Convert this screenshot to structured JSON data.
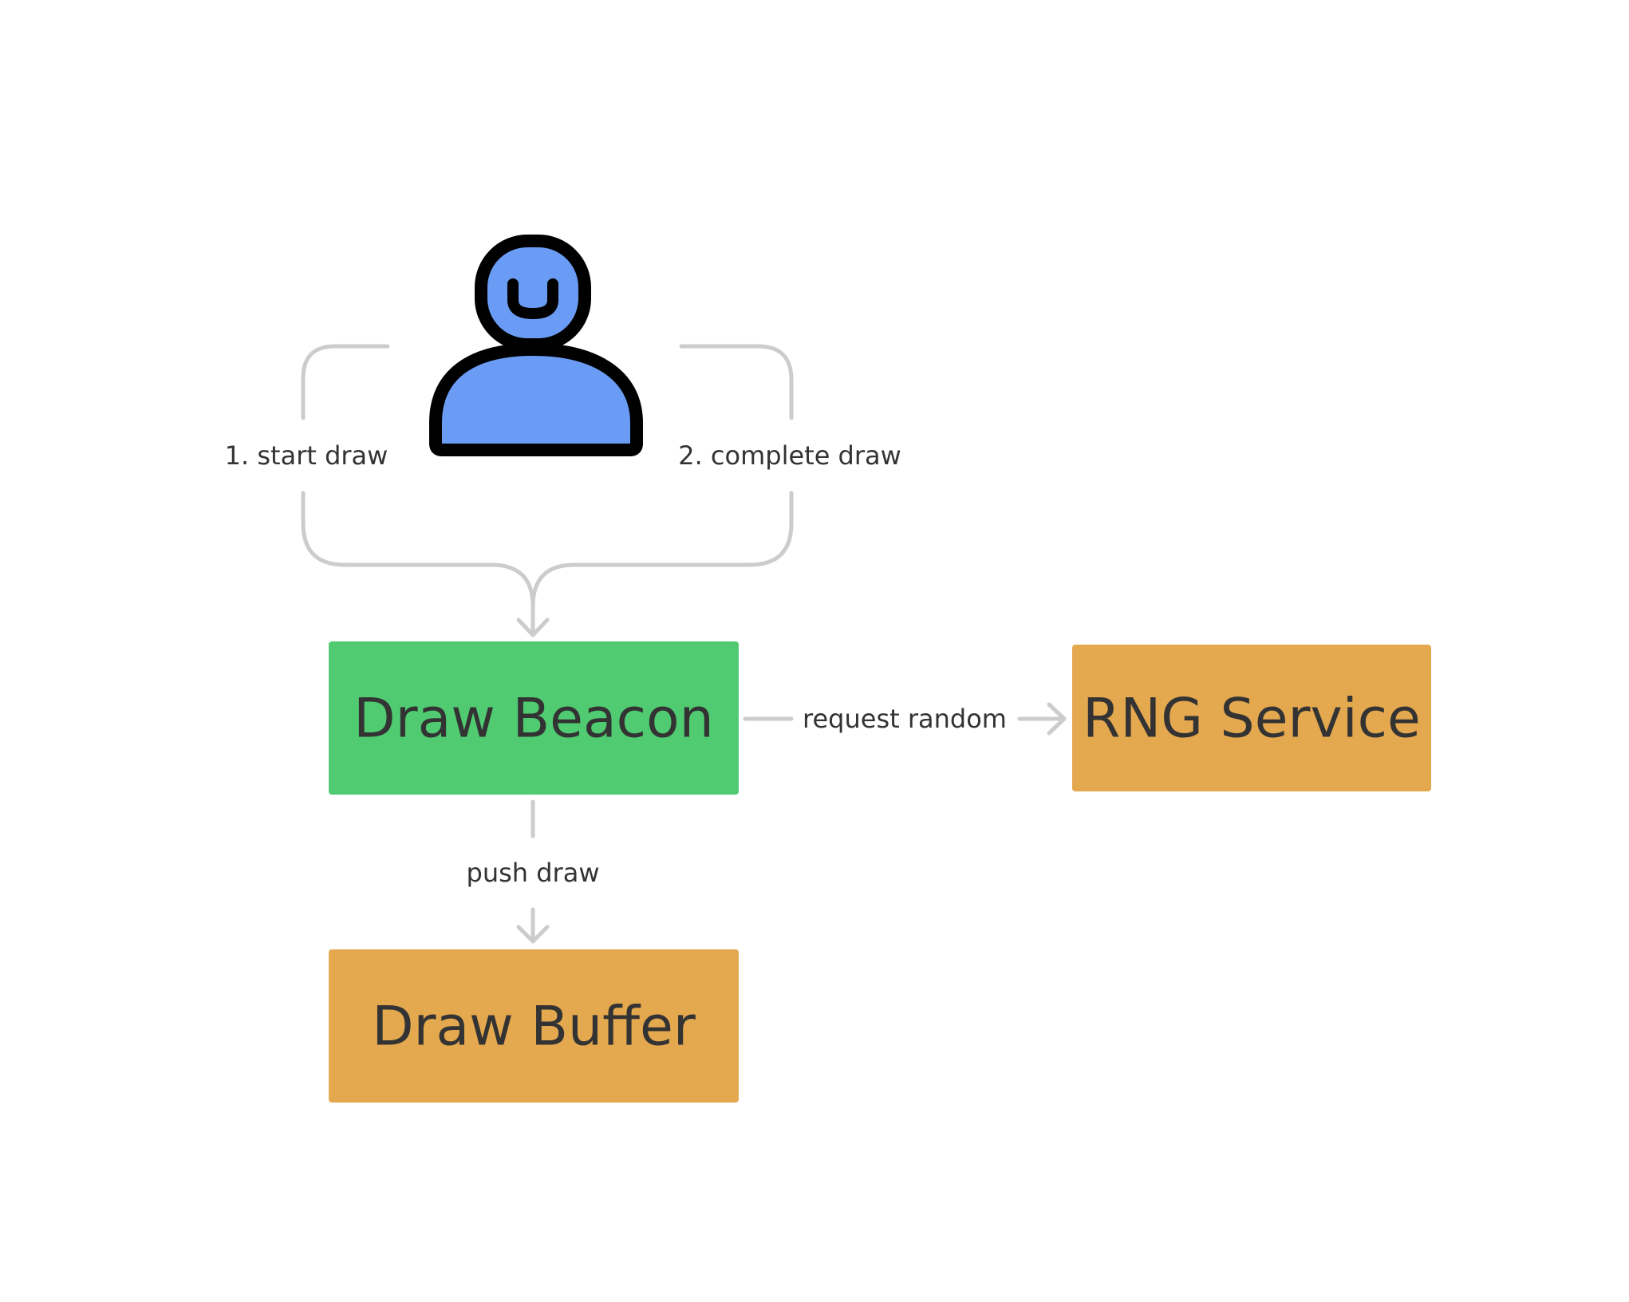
{
  "nodes": {
    "draw_beacon": {
      "label": "Draw Beacon",
      "color": "#50cb72"
    },
    "rng_service": {
      "label": "RNG Service",
      "color": "#e4a84f"
    },
    "draw_buffer": {
      "label": "Draw Buffer",
      "color": "#e4a84f"
    }
  },
  "actor": {
    "icon": "user-icon",
    "fill": "#6b9cf5",
    "outline": "#000000"
  },
  "edges": {
    "start_draw": {
      "label": "1. start draw"
    },
    "complete_draw": {
      "label": "2. complete draw"
    },
    "request_random": {
      "label": "request random"
    },
    "push_draw": {
      "label": "push draw"
    }
  },
  "connector_color": "#cccccc"
}
